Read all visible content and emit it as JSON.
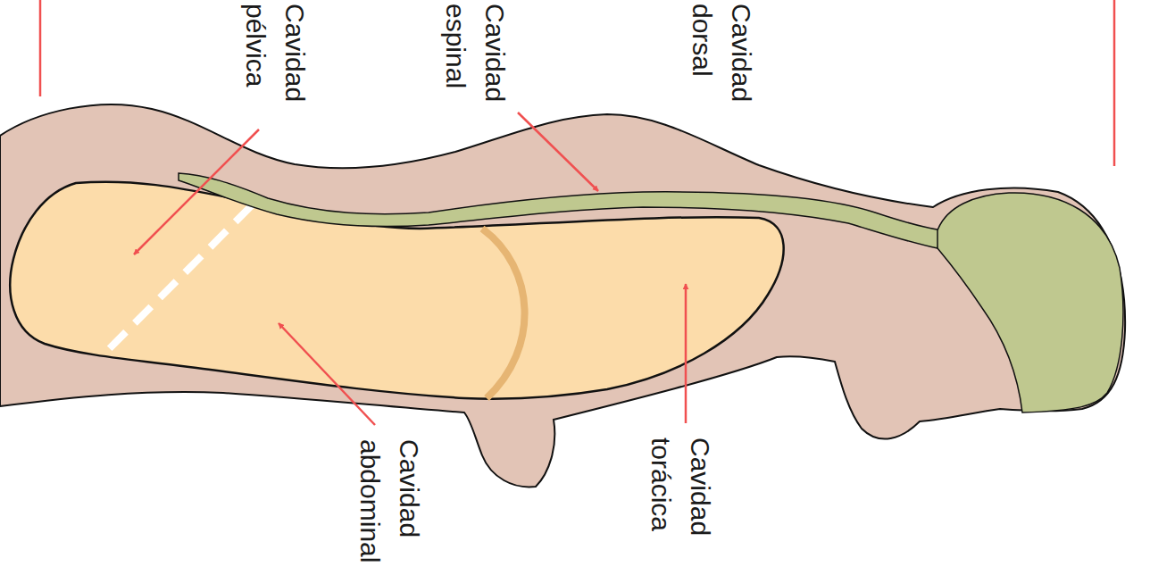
{
  "diagram": {
    "labels": [
      "Cavidad pélvica",
      "Cavidad espinal",
      "Cavidad dorsal",
      "Cavidad abdominal",
      "Cavidad torácica"
    ]
  }
}
